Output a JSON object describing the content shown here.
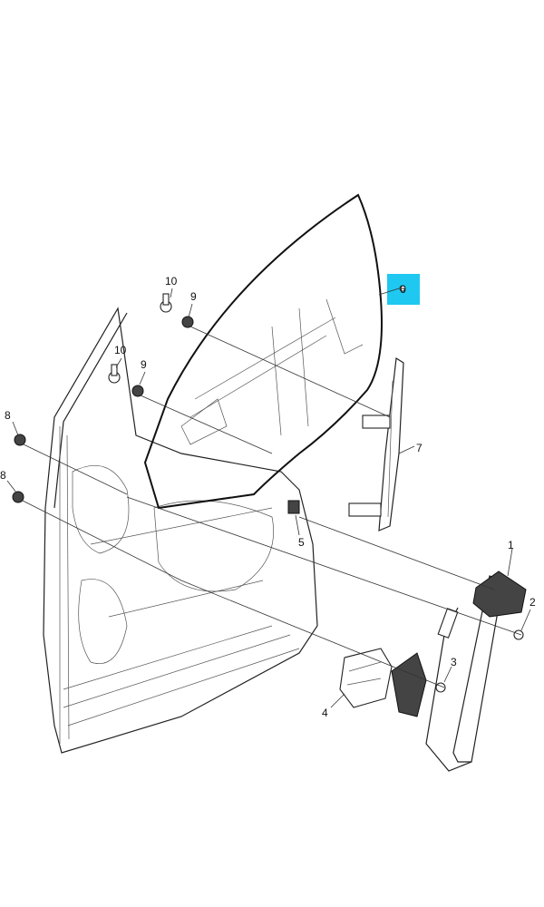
{
  "diagram": {
    "title": "Front door window and regulator exploded view",
    "highlight_color": "#1ec8f0",
    "callouts": [
      {
        "id": "c10a",
        "text": "10"
      },
      {
        "id": "c9a",
        "text": "9"
      },
      {
        "id": "c10b",
        "text": "10"
      },
      {
        "id": "c9b",
        "text": "9"
      },
      {
        "id": "c8a",
        "text": "8"
      },
      {
        "id": "c8b",
        "text": "8"
      },
      {
        "id": "c6",
        "text": "6"
      },
      {
        "id": "c7",
        "text": "7"
      },
      {
        "id": "c5",
        "text": "5"
      },
      {
        "id": "c1",
        "text": "1"
      },
      {
        "id": "c2",
        "text": "2"
      },
      {
        "id": "c3",
        "text": "3"
      },
      {
        "id": "c4",
        "text": "4"
      }
    ]
  }
}
